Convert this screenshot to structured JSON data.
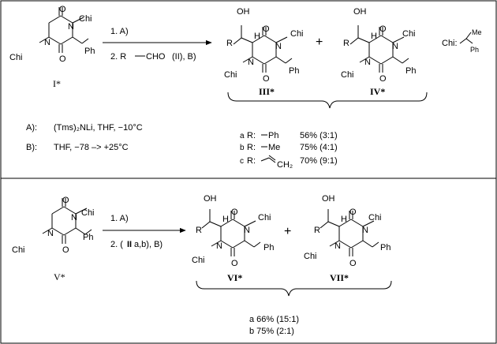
{
  "substituent_legend": {
    "key": "Chi:",
    "me": "Me",
    "ph": "Ph"
  },
  "atoms": {
    "N": "N",
    "O": "O",
    "H": "H",
    "OH": "OH",
    "R": "R",
    "Chi": "Chi",
    "Ph": "Ph"
  },
  "reaction1": {
    "step1": "1. A)",
    "step2_prefix": "2. R",
    "step2_cho": "CHO",
    "step2_suffix": "(II),  B)"
  },
  "reaction2": {
    "step1": "1. A)",
    "step2_prefix": "2. (",
    "step2_bold": "II",
    "step2_suffix": "a,b),  B)"
  },
  "plus": "+",
  "compounds": {
    "I": "I*",
    "III": "III*",
    "IV": "IV*",
    "V": "V*",
    "VI": "VI*",
    "VII": "VII*"
  },
  "conditions": {
    "A_label": "A):",
    "A_text": "(Tms)₂NLi,   THF,   −10°C",
    "B_label": "B):",
    "B_text": "THF,   −78  –>  +25°C"
  },
  "results1": [
    {
      "letter": "a",
      "r": "R:",
      "group": "Ph",
      "yield": "56% (3:1)"
    },
    {
      "letter": "b",
      "r": "R:",
      "group": "Me",
      "yield": "75% (4:1)"
    },
    {
      "letter": "c",
      "r": "R:",
      "group": "CH₂",
      "yield": "70% (9:1)"
    }
  ],
  "results2": [
    {
      "text": "a 66% (15:1)"
    },
    {
      "text": "b 75% (2:1)"
    }
  ]
}
